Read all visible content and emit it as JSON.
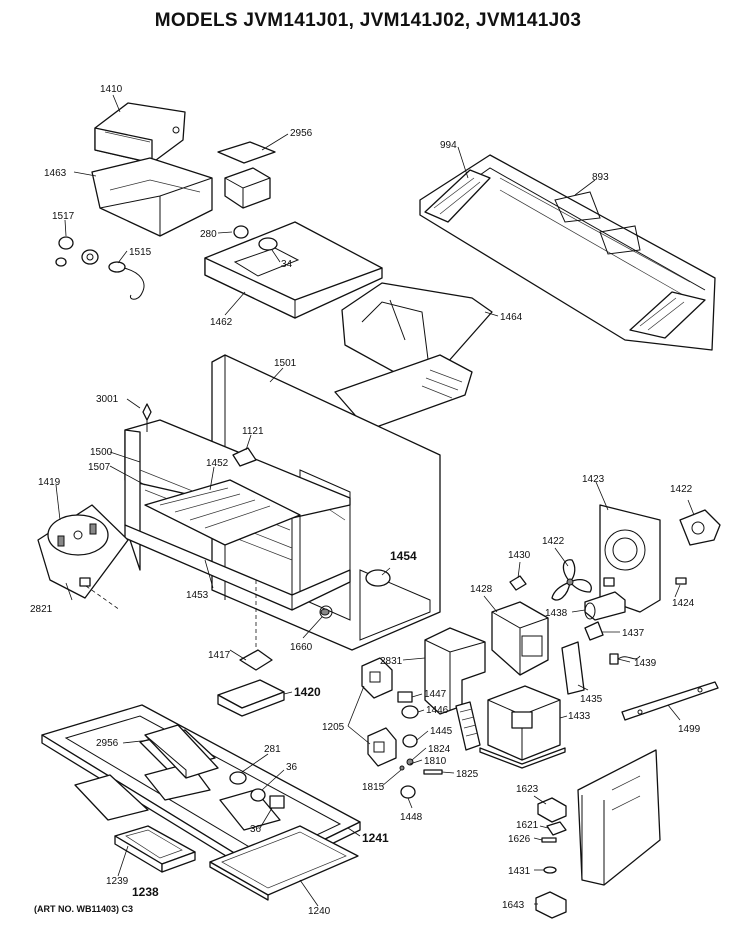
{
  "title": "MODELS JVM141J01, JVM141J02, JVM141J03",
  "art_number": "(ART NO. WB11403) C3",
  "callouts": [
    {
      "id": "c1410",
      "text": "1410"
    },
    {
      "id": "c2956a",
      "text": "2956"
    },
    {
      "id": "c1463",
      "text": "1463"
    },
    {
      "id": "c1517",
      "text": "1517"
    },
    {
      "id": "c1515",
      "text": "1515"
    },
    {
      "id": "c280",
      "text": "280"
    },
    {
      "id": "c34",
      "text": "34"
    },
    {
      "id": "c1462",
      "text": "1462"
    },
    {
      "id": "c994",
      "text": "994"
    },
    {
      "id": "c893",
      "text": "893"
    },
    {
      "id": "c1464",
      "text": "1464"
    },
    {
      "id": "c1501",
      "text": "1501"
    },
    {
      "id": "c3001",
      "text": "3001"
    },
    {
      "id": "c1121",
      "text": "1121"
    },
    {
      "id": "c1500",
      "text": "1500"
    },
    {
      "id": "c1507",
      "text": "1507"
    },
    {
      "id": "c1452",
      "text": "1452"
    },
    {
      "id": "c1419",
      "text": "1419"
    },
    {
      "id": "c2821",
      "text": "2821"
    },
    {
      "id": "c1453",
      "text": "1453"
    },
    {
      "id": "c1454",
      "text": "1454"
    },
    {
      "id": "c1660",
      "text": "1660"
    },
    {
      "id": "c1417",
      "text": "1417"
    },
    {
      "id": "c1420",
      "text": "1420"
    },
    {
      "id": "c1423",
      "text": "1423"
    },
    {
      "id": "c1422a",
      "text": "1422"
    },
    {
      "id": "c1422b",
      "text": "1422"
    },
    {
      "id": "c1424",
      "text": "1424"
    },
    {
      "id": "c1430",
      "text": "1430"
    },
    {
      "id": "c1428",
      "text": "1428"
    },
    {
      "id": "c1438",
      "text": "1438"
    },
    {
      "id": "c1437",
      "text": "1437"
    },
    {
      "id": "c1439",
      "text": "1439"
    },
    {
      "id": "c1435",
      "text": "1435"
    },
    {
      "id": "c2831",
      "text": "2831"
    },
    {
      "id": "c1447",
      "text": "1447"
    },
    {
      "id": "c1446",
      "text": "1446"
    },
    {
      "id": "c1205",
      "text": "1205"
    },
    {
      "id": "c1445",
      "text": "1445"
    },
    {
      "id": "c1824",
      "text": "1824"
    },
    {
      "id": "c1810",
      "text": "1810"
    },
    {
      "id": "c1815",
      "text": "1815"
    },
    {
      "id": "c1825",
      "text": "1825"
    },
    {
      "id": "c1448",
      "text": "1448"
    },
    {
      "id": "c1433",
      "text": "1433"
    },
    {
      "id": "c1499",
      "text": "1499"
    },
    {
      "id": "c2956b",
      "text": "2956"
    },
    {
      "id": "c281",
      "text": "281"
    },
    {
      "id": "c36a",
      "text": "36"
    },
    {
      "id": "c36b",
      "text": "36"
    },
    {
      "id": "c1241",
      "text": "1241"
    },
    {
      "id": "c1239",
      "text": "1239"
    },
    {
      "id": "c1238",
      "text": "1238"
    },
    {
      "id": "c1240",
      "text": "1240"
    },
    {
      "id": "c1623",
      "text": "1623"
    },
    {
      "id": "c1621",
      "text": "1621"
    },
    {
      "id": "c1626",
      "text": "1626"
    },
    {
      "id": "c1431",
      "text": "1431"
    },
    {
      "id": "c1643",
      "text": "1643"
    }
  ]
}
